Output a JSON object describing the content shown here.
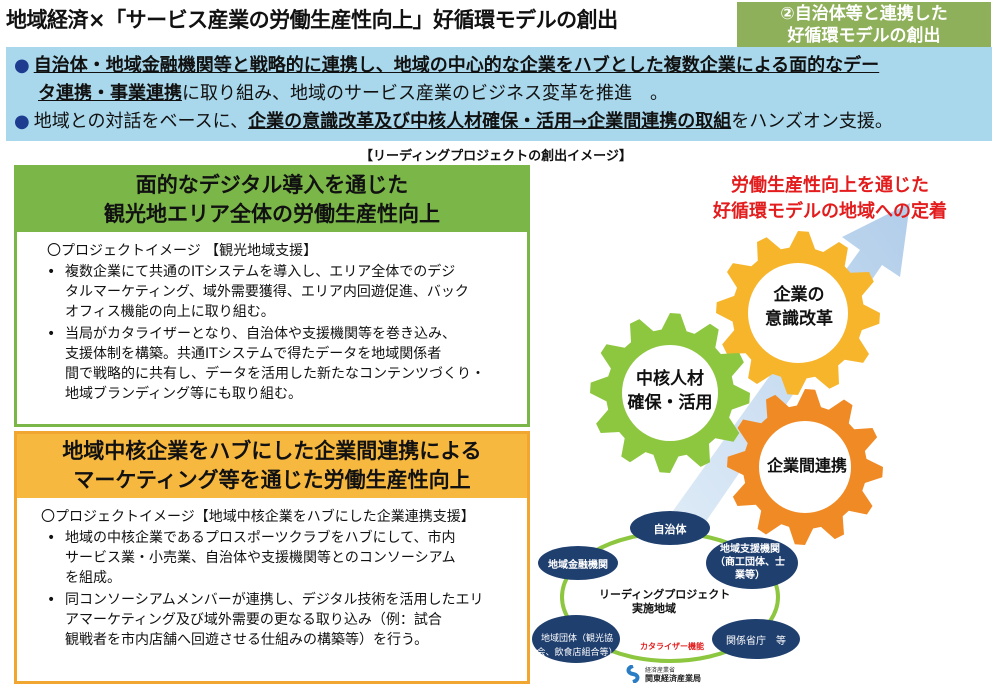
{
  "title": "地域経済×「サービス産業の労働生産性向上」好循環モデルの創出",
  "badge": {
    "line1": "②自治体等と連携した",
    "line2": "好循環モデルの創出"
  },
  "colors": {
    "banner": "#a9d8ec",
    "green": "#7ab648",
    "orange": "#f7b840",
    "gear_green": "#8dc63f",
    "gear_yellow": "#f7b52c",
    "gear_orange": "#f08a24",
    "node_navy": "#1f3f6f",
    "red": "#e31d1d"
  },
  "banner": {
    "bullet": "●",
    "b1_p1": "自治体・地域金融機関等と戦略的に連携し、地域の中心的な企業をハブとした複数企業による面的なデー",
    "b1_p2": "タ連携・事業連携",
    "b1_p3": "に取り組み、地域のサービス産業のビジネス変革を推進　。",
    "b2_p1": "地域との対話をベースに、",
    "b2_p2": "企業の意識改革及び中核人材確保・活用→企業間連携の取組",
    "b2_p3": "をハンズオン支援。"
  },
  "subhead": "【リーディングプロジェクトの創出イメージ】",
  "box1": {
    "head1": "面的なデジタル導入を通じた",
    "head2": "観光地エリア全体の労働生産性向上",
    "project": "〇プロジェクトイメージ 【観光地域支援】",
    "bullet": "•",
    "items": [
      {
        "lines": [
          "複数企業にて共通のITシステムを導入し、エリア全体でのデジ",
          "タルマーケティング、域外需要獲得、エリア内回遊促進、バック",
          "オフィス機能の向上に取り組む。"
        ]
      },
      {
        "lines": [
          "当局がカタライザーとなり、自治体や支援機関等を巻き込み、",
          "支援体制を構築。共通ITシステムで得たデータを地域関係者",
          "間で戦略的に共有し、データを活用した新たなコンテンツづくり・",
          "地域ブランディング等にも取り組む。"
        ]
      }
    ]
  },
  "box2": {
    "head1": "地域中核企業をハブにした企業間連携による",
    "head2": "マーケティング等を通じた労働生産性向上",
    "project": "〇プロジェクトイメージ【地域中核企業をハブにした企業連携支援】",
    "bullet": "•",
    "items": [
      {
        "lines": [
          "地域の中核企業であるプロスポーツクラブをハブにして、市内",
          "サービス業・小売業、自治体や支援機関等とのコンソーシアム",
          "を組成。"
        ]
      },
      {
        "lines": [
          "同コンソーシアムメンバーが連携し、デジタル技術を活用したエリ",
          "アマーケティング及び域外需要の更なる取り込み（例：試合",
          "観戦者を市内店舗へ回遊させる仕組みの構築等）を行う。"
        ]
      }
    ]
  },
  "figure": {
    "goal1": "労働生産性向上を通じた",
    "goal2": "好循環モデルの地域への定着",
    "gear_top1": "企業の",
    "gear_top2": "意識改革",
    "gear_left1": "中核人材",
    "gear_left2": "確保・活用",
    "gear_bottom": "企業間連携",
    "node_jichitai": "自治体",
    "node_shien1": "地域支援機関",
    "node_shien2": "（商工団体、士",
    "node_shien3": "業等）",
    "node_kinyu": "地域金融機関",
    "center1": "リーディングプロジェクト",
    "center2": "実施地域",
    "node_dantai1": "地域団体（観光協",
    "node_dantai2": "会、飲食店組合等）",
    "node_kankei": "関係省庁　等",
    "catalyzer": "カタライザー機能",
    "logo1": "経済産業省",
    "logo2": "関東経済産業局"
  }
}
